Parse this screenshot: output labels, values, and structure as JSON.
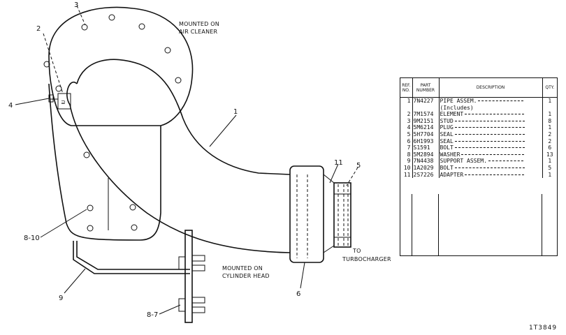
{
  "callouts": {
    "c1": "1",
    "c2": "2",
    "c3": "3",
    "c4": "4",
    "c5": "5",
    "c6": "6",
    "c8_10": "8-10",
    "c8_7": "8-7",
    "c9": "9",
    "c11": "11"
  },
  "notes": {
    "air_cleaner_1": "MOUNTED ON",
    "air_cleaner_2": "AIR CLEANER",
    "turbo_1": "TO",
    "turbo_2": "TURBOCHARGER",
    "cyl_head_1": "MOUNTED ON",
    "cyl_head_2": "CYLINDER HEAD"
  },
  "table": {
    "headers": {
      "ref": "REF. NO.",
      "part": "PART NUMBER",
      "description": "DESCRIPTION",
      "qty": "QTY."
    },
    "rows": [
      {
        "ref": "1",
        "part": "7N4227",
        "description": "PIPE ASSEM.",
        "qty": "1"
      },
      {
        "ref": "",
        "part": "",
        "description": "(Includes)",
        "qty": ""
      },
      {
        "ref": "2",
        "part": "7M1574",
        "description": "ELEMENT",
        "qty": "1"
      },
      {
        "ref": "3",
        "part": "9M2151",
        "description": "STUD",
        "qty": "8"
      },
      {
        "ref": "4",
        "part": "5M6214",
        "description": "PLUG",
        "qty": "1"
      },
      {
        "ref": "5",
        "part": "5H7704",
        "description": "SEAL",
        "qty": "2"
      },
      {
        "ref": "6",
        "part": "6H1993",
        "description": "SEAL",
        "qty": "2"
      },
      {
        "ref": "7",
        "part": "S1591",
        "description": "BOLT",
        "qty": "6"
      },
      {
        "ref": "8",
        "part": "5M2894",
        "description": "WASHER",
        "qty": "13"
      },
      {
        "ref": "9",
        "part": "7N4438",
        "description": "SUPPORT ASSEM.",
        "qty": "1"
      },
      {
        "ref": "10",
        "part": "1A2029",
        "description": "BOLT",
        "qty": "5"
      },
      {
        "ref": "11",
        "part": "2S7226",
        "description": "ADAPTER",
        "qty": "1"
      }
    ]
  },
  "drawing_number": "1T3849"
}
